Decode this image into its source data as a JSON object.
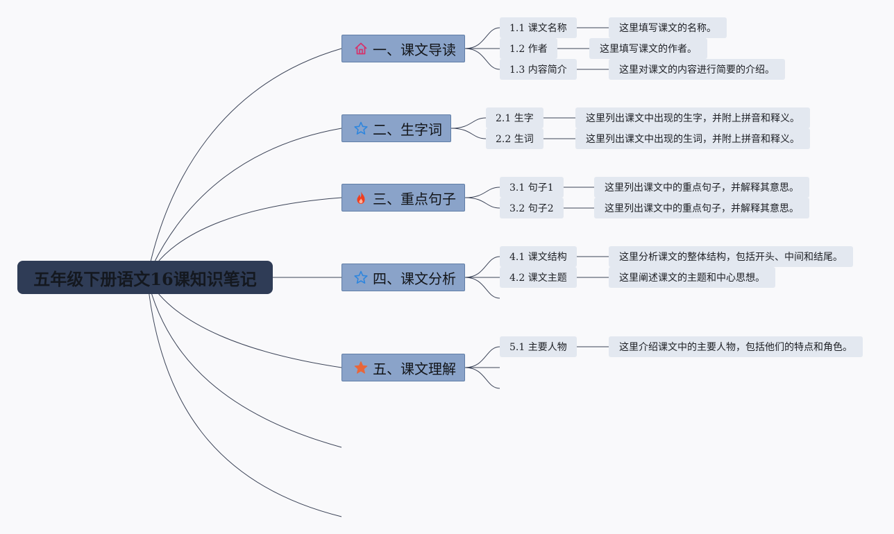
{
  "root": {
    "title": "五年级下册语文16课知识笔记"
  },
  "sections": [
    {
      "title": "一、课文导读",
      "icon": "home-icon",
      "icon_color": "#d6336c",
      "items": [
        {
          "label": "1.1 课文名称",
          "note": "这里填写课文的名称。"
        },
        {
          "label": "1.2 作者",
          "note": "这里填写课文的作者。"
        },
        {
          "label": "1.3 内容简介",
          "note": "这里对课文的内容进行简要的介绍。"
        }
      ]
    },
    {
      "title": "二、生字词",
      "icon": "star-outline-icon",
      "icon_color": "#2e86de",
      "items": [
        {
          "label": "2.1 生字",
          "note": "这里列出课文中出现的生字，并附上拼音和释义。"
        },
        {
          "label": "2.2 生词",
          "note": "这里列出课文中出现的生词，并附上拼音和释义。"
        }
      ]
    },
    {
      "title": "三、重点句子",
      "icon": "fire-icon",
      "icon_color": "#f03e1e",
      "items": [
        {
          "label": "3.1 句子1",
          "note": "这里列出课文中的重点句子，并解释其意思。"
        },
        {
          "label": "3.2 句子2",
          "note": "这里列出课文中的重点句子，并解释其意思。"
        }
      ]
    },
    {
      "title": "四、课文分析",
      "icon": "star-outline-icon",
      "icon_color": "#2e86de",
      "items": [
        {
          "label": "4.1 课文结构",
          "note": "这里分析课文的整体结构，包括开头、中间和结尾。"
        },
        {
          "label": "4.2 课文主题",
          "note": "这里阐述课文的主题和中心思想。"
        }
      ]
    },
    {
      "title": "五、课文理解",
      "icon": "star-filled-icon",
      "icon_color": "#e8663a",
      "items": [
        {
          "label": "5.1 主要人物",
          "note": "这里介绍课文中的主要人物，包括他们的特点和角色。"
        }
      ]
    }
  ]
}
